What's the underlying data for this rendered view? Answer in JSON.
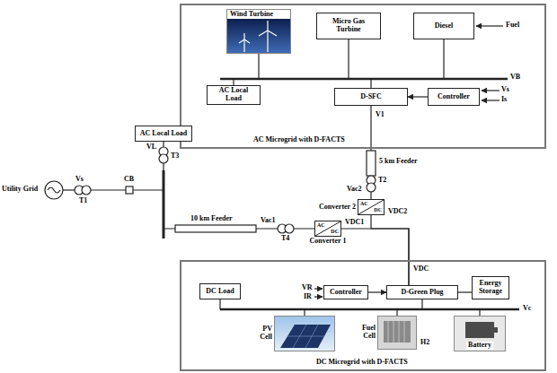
{
  "diagram": {
    "nodes": [
      {
        "text": [
          "AC Microgrid with D-FACTS"
        ]
      },
      {
        "text": [
          "Wind Turbine"
        ],
        "in": 0
      },
      {
        "text": [
          "Micro Gas Turbine"
        ],
        "in": 0
      },
      {
        "text": [
          "Diesel"
        ],
        "in": 0
      },
      {
        "text": [
          "AC Local Load"
        ],
        "in": 0
      },
      {
        "text": [
          "D-SFC"
        ],
        "in": 0
      },
      {
        "text": [
          "Controller"
        ],
        "in": 0
      },
      {
        "text": [
          "AC Local Load"
        ]
      },
      {
        "text": [
          "Converter 2",
          "AC",
          "DC"
        ]
      },
      {
        "text": [
          "Converter 1",
          "AC",
          "DC"
        ]
      },
      {
        "text": [
          "DC Microgrid with D-FACTS"
        ]
      },
      {
        "text": [
          "DC Load"
        ],
        "in": 10
      },
      {
        "text": [
          "Controller"
        ],
        "in": 10
      },
      {
        "text": [
          "D-Green Plug"
        ],
        "in": 10
      },
      {
        "text": [
          "Energy Storage"
        ],
        "in": 10
      },
      {
        "text": [
          "PV Cell"
        ],
        "in": 10
      },
      {
        "text": [
          "Fuel Cell"
        ],
        "in": 10
      },
      {
        "text": [
          "Battery"
        ],
        "in": 10
      }
    ],
    "edges": [
      {
        "from": 6,
        "to": 5,
        "arrow": "to"
      },
      {
        "from": 8,
        "to": 5,
        "arrow": "none"
      },
      {
        "from": 9,
        "to": 13,
        "arrow": "none"
      },
      {
        "from": 8,
        "to": 13,
        "arrow": "none"
      },
      {
        "from": 12,
        "to": 13,
        "arrow": "to"
      },
      {
        "from": 14,
        "to": 13,
        "arrow": "none"
      }
    ],
    "labels": [
      "Utility Grid",
      "Vs",
      "T1",
      "CB",
      "VL",
      "T3",
      "10 km Feeder",
      "Vac1",
      "T4",
      "VDC1",
      "5 km Feeder",
      "T2",
      "Vac2",
      "VDC2",
      "VDC",
      "V1",
      "VB",
      "Vs",
      "Is",
      "Fuel",
      "VR",
      "IR",
      "Vc",
      "H2"
    ]
  }
}
